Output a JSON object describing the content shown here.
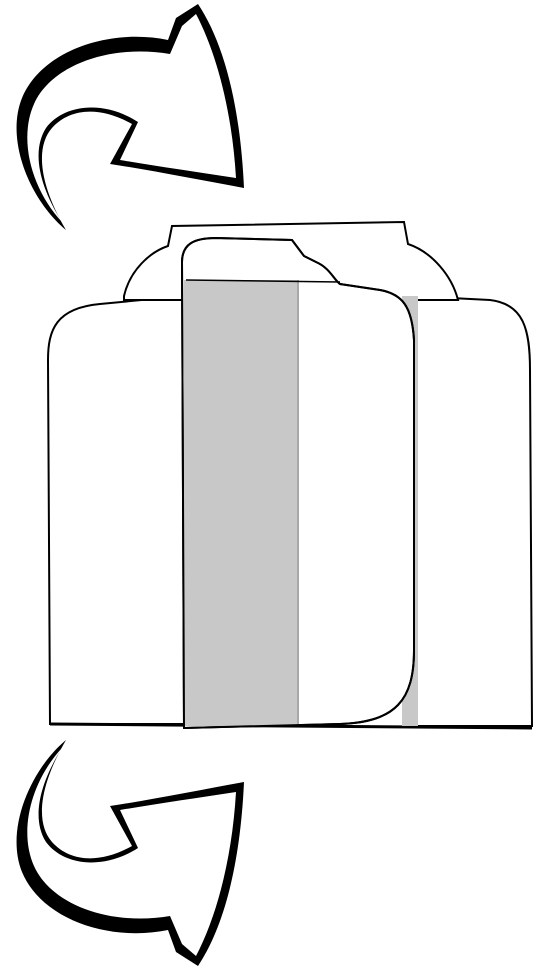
{
  "diagram": {
    "colors": {
      "outline": "#000000",
      "background": "#ffffff",
      "shaded_band": "#c8c8c8",
      "band_edge": "#a8a8a8"
    },
    "elements": [
      {
        "name": "rotate-arrow-top-icon",
        "role": "curved rotation arrow"
      },
      {
        "name": "bottle-cap",
        "role": "container cap"
      },
      {
        "name": "container-body",
        "role": "container body"
      },
      {
        "name": "label-panel",
        "role": "wrapped label"
      },
      {
        "name": "shaded-band",
        "role": "gray stripe on label"
      },
      {
        "name": "rotate-arrow-bottom-icon",
        "role": "curved rotation arrow"
      }
    ]
  }
}
